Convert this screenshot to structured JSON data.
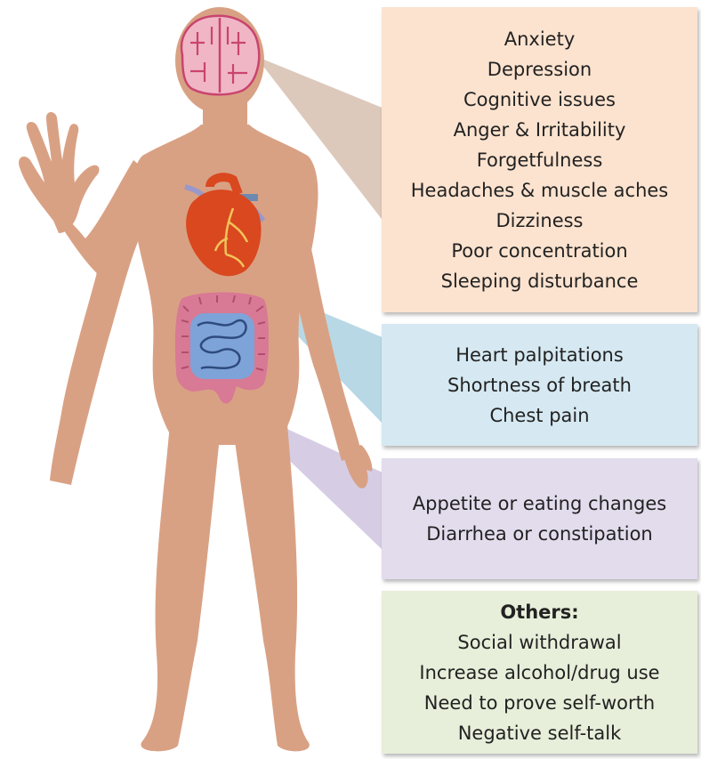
{
  "colors": {
    "skin": "#d9a184",
    "skin_shadow": "#c98f72",
    "brain": "#f0b6c6",
    "brain_lines": "#c9446e",
    "heart": "#d9481f",
    "heart_vessels": "#f2c35a",
    "intestine": "#d87995",
    "small_intestine": "#7ea3d8",
    "brain_box": "#fce3cf",
    "heart_box": "#d6e9f2",
    "gut_box": "#e3dced",
    "others_box": "#e7efda"
  },
  "brain_symptoms": {
    "items": [
      "Anxiety",
      "Depression",
      "Cognitive issues",
      "Anger & Irritability",
      "Forgetfulness",
      "Headaches & muscle aches",
      "Dizziness",
      "Poor concentration",
      "Sleeping disturbance"
    ]
  },
  "heart_symptoms": {
    "items": [
      "Heart palpitations",
      "Shortness of breath",
      "Chest pain"
    ]
  },
  "gut_symptoms": {
    "items": [
      "Appetite or eating changes",
      "Diarrhea or constipation"
    ]
  },
  "others": {
    "heading": "Others:",
    "items": [
      "Social withdrawal",
      "Increase alcohol/drug use",
      "Need to prove self-worth",
      "Negative self-talk"
    ]
  }
}
